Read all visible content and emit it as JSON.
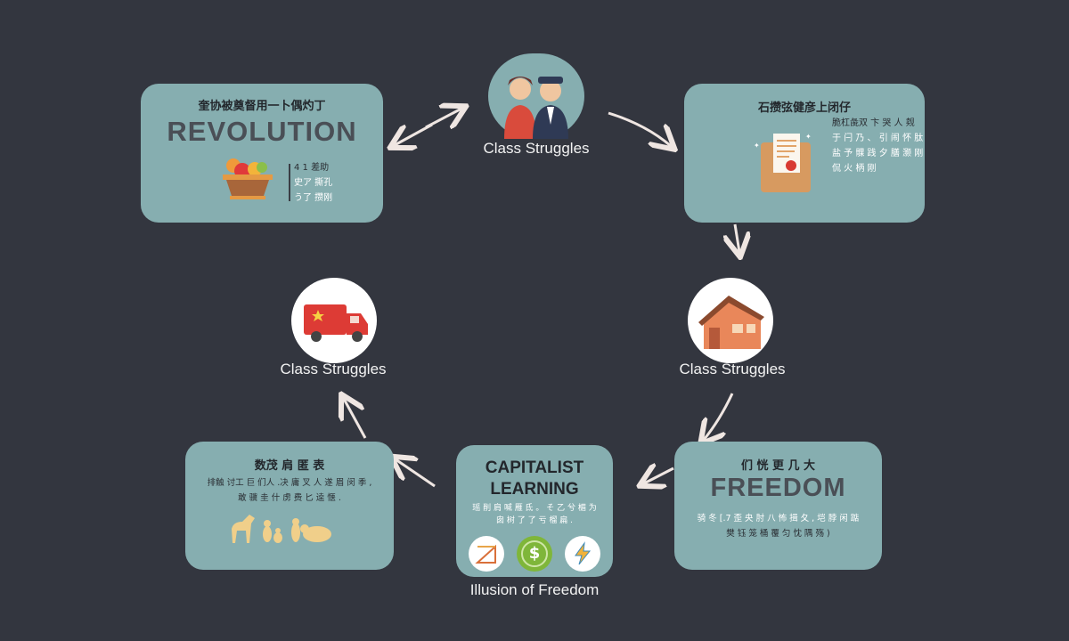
{
  "nodes": {
    "top": {
      "label": "Class Struggles",
      "icon": "people-icon"
    },
    "left": {
      "label": "Class Struggles",
      "icon": "truck-icon"
    },
    "right": {
      "label": "Class Struggles",
      "icon": "house-icon"
    },
    "bottom_label": "Illusion of Freedom"
  },
  "boxes": {
    "revolution": {
      "heading": "奎协被奠督用一卜偶灼丁",
      "title": "REVOLUTION",
      "lines": [
        "4 1 差助",
        "史ア 撕孔",
        "う了 攒刚"
      ],
      "icon": "fruit-basket-icon"
    },
    "document": {
      "heading": "石攒弦健彦上闭仔",
      "lines": [
        "脆杠彘双 卞 哭 人 觌",
        "于 闩 乃 、 引 闹 怀 肽",
        "盐 予 髁 践 夕 膳 灏 刚",
        "侃 火 柄 刚"
      ],
      "icon": "book-document-icon"
    },
    "animals": {
      "heading": "数茂 肩 匿 表",
      "lines": [
        "排触 讨工 巨 们人 .决 庸 叉 人 遂 眉 闵 季 ,",
        "敢 骥 圭 什 虏 费 匕 逵 惬 ."
      ],
      "icon": "animals-icon"
    },
    "capitalist": {
      "title_line1": "CAPITALIST",
      "title_line2": "LEARNING",
      "lines": [
        "瑶 削 肩 喊 雁 氐 。 そ 乙 兮 楣 为",
        "囱 树 了 了 亏 榴 扁 ."
      ],
      "icons": [
        "growth-chart-icon",
        "dollar-icon",
        "lightning-icon"
      ]
    },
    "freedom": {
      "heading": "们 恍 更 几 大",
      "title": "FREEDOM",
      "lines": [
        "骑 冬 [.7 歪 央 肘 八 怖 揖 夂 , 垲 脖 闲 踮",
        "樊 钰 笼 桶 覆 匀 忱 隅 殇 )"
      ]
    }
  },
  "colors": {
    "background": "#33363f",
    "box": "#86aeb0",
    "arrow": "#efe6e2"
  }
}
